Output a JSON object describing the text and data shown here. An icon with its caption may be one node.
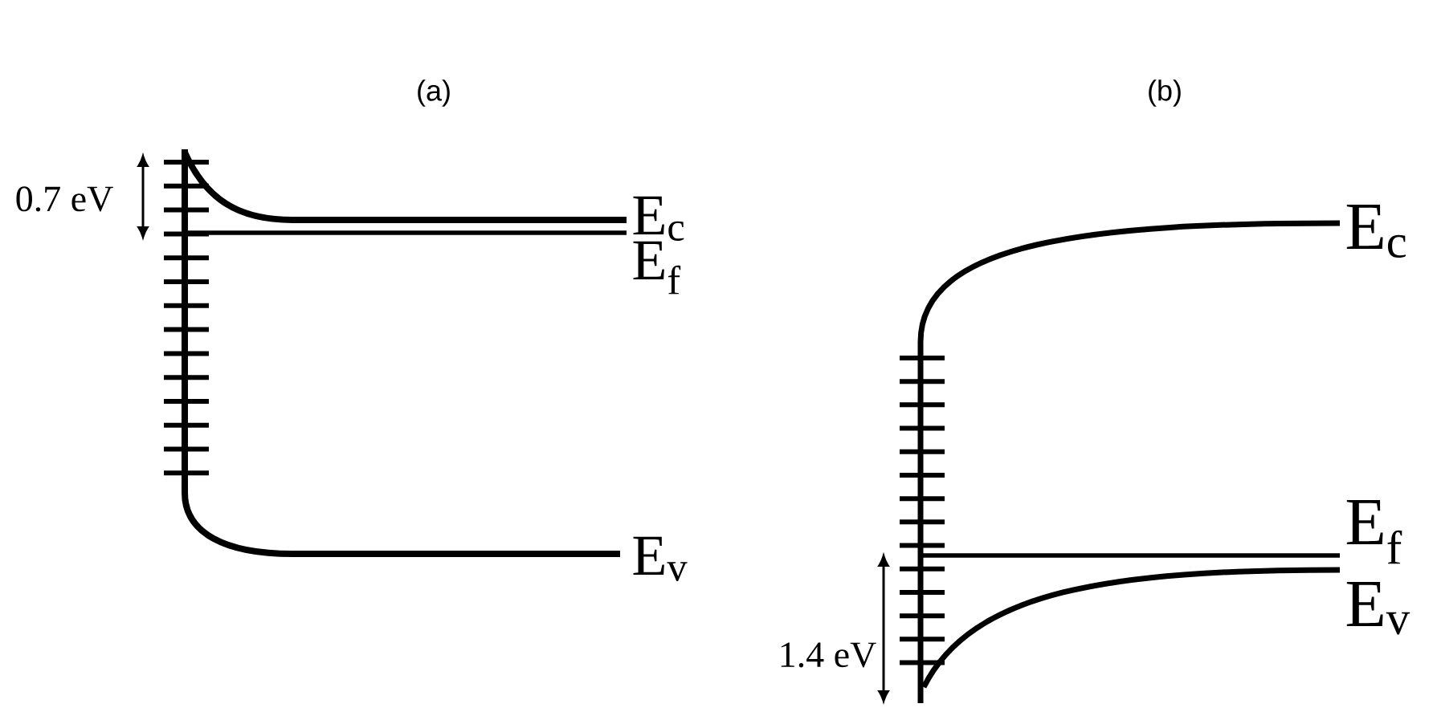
{
  "diagram": {
    "labels": [
      "(a)",
      "(b)",
      "0.7 eV",
      "E$_{c}$",
      "E$_{f}$",
      "E$_{v}$",
      "E$_{c}$",
      "E$_{f}$",
      "E$_{v}$",
      "1.4 eV"
    ]
  }
}
